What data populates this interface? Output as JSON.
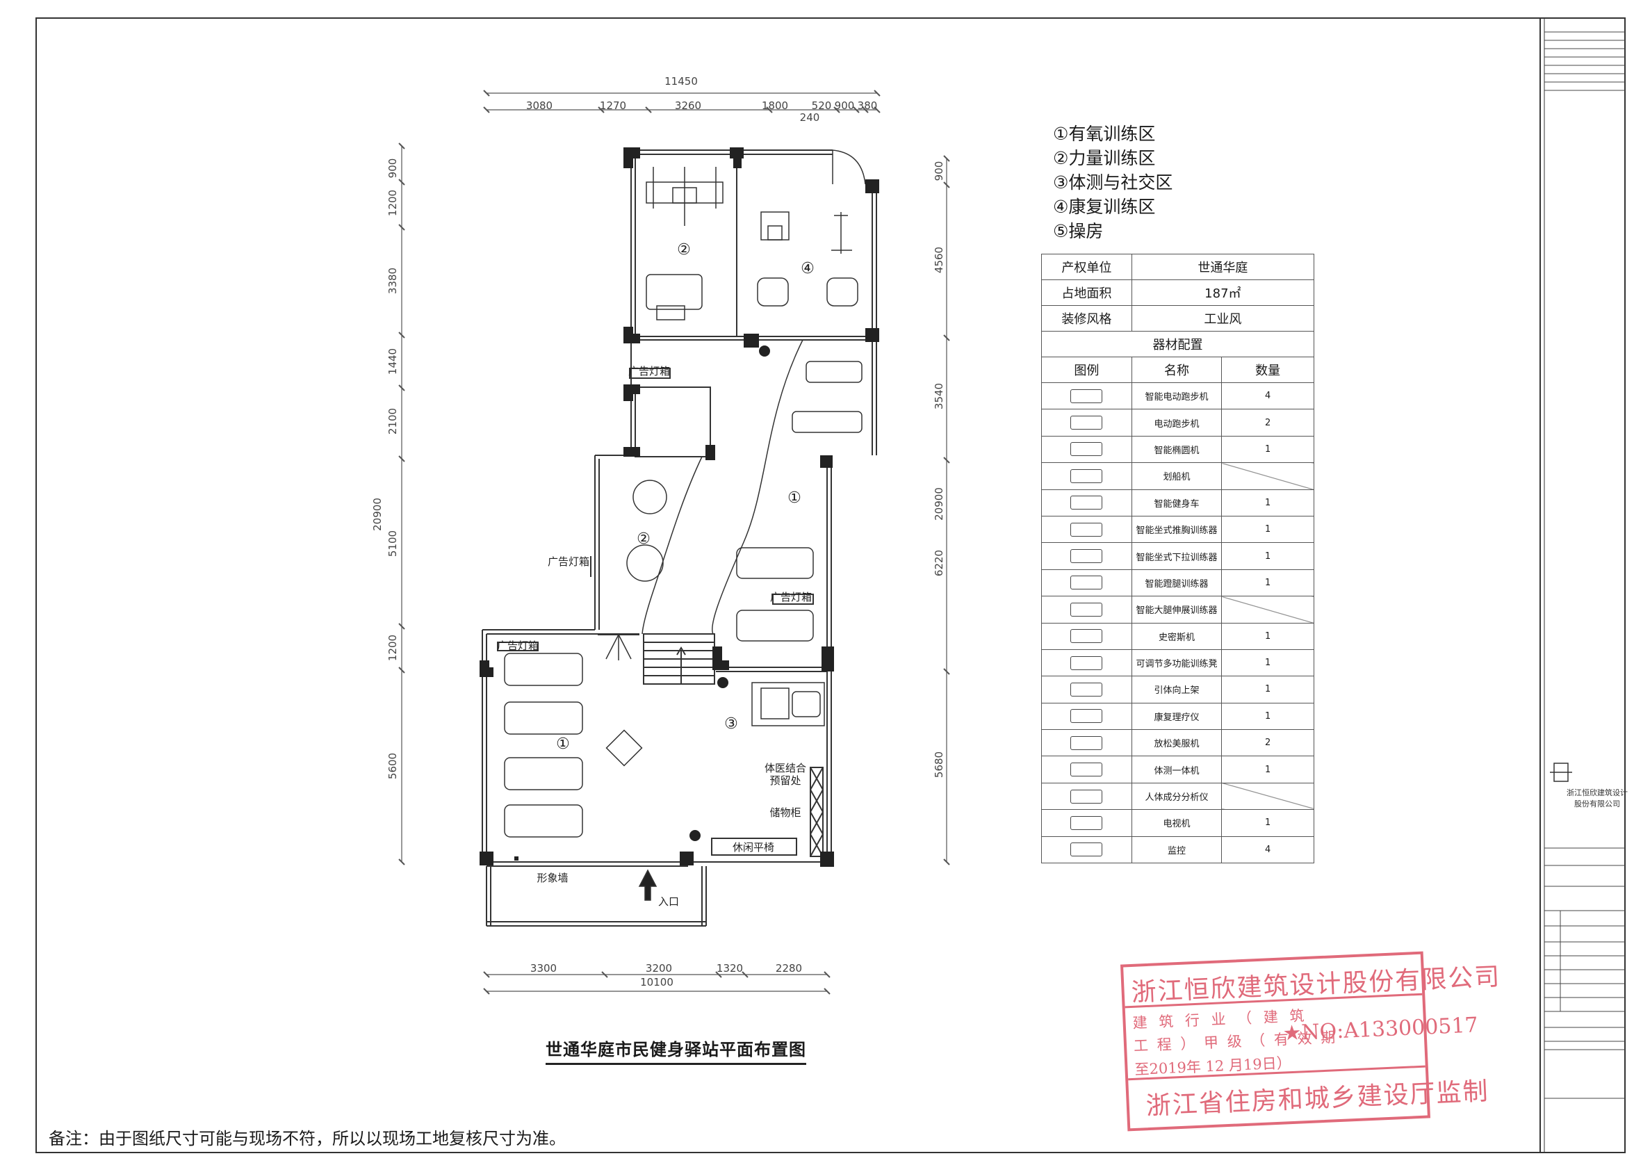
{
  "plan": {
    "dimensions": {
      "top_total": "11450",
      "top_segments": [
        "3080",
        "1270",
        "3260",
        "1800",
        "520",
        "900",
        "380"
      ],
      "top_sub": "240",
      "left_segments": [
        "900",
        "1200",
        "3380",
        "1440",
        "2100",
        "5100",
        "1200",
        "5600"
      ],
      "left_total": "20900",
      "right_segments": [
        "900",
        "4560",
        "3540",
        "6220",
        "5680"
      ],
      "right_total": "20900",
      "bottom_segments": [
        "3300",
        "3200",
        "1320",
        "2280"
      ],
      "bottom_total": "10100"
    },
    "zone_numbers": {
      "strength_upper": "②",
      "rehab": "④",
      "aerobic_right": "①",
      "strength_mid": "②",
      "aerobic_left": "①",
      "test_social": "③"
    },
    "labels": {
      "ad_box_1": "广告灯箱",
      "ad_box_2": "广告灯箱",
      "ad_box_3": "广告灯箱",
      "ad_box_4": "广告灯箱",
      "medical_reception": "体医结合\n预留处",
      "locker": "储物柜",
      "bench": "休闲平椅",
      "image_wall": "形象墙",
      "entrance": "入口"
    }
  },
  "legend": [
    "①有氧训练区",
    "②力量训练区",
    "③体测与社交区",
    "④康复训练区",
    "⑤操房"
  ],
  "info_table": {
    "rows": [
      {
        "key": "产权单位",
        "value": "世通华庭"
      },
      {
        "key": "占地面积",
        "value": "187㎡"
      },
      {
        "key": "装修风格",
        "value": "工业风"
      }
    ],
    "section_title": "器材配置",
    "headers": [
      "图例",
      "名称",
      "数量"
    ],
    "equipment": [
      {
        "name": "智能电动跑步机",
        "qty": "4"
      },
      {
        "name": "电动跑步机",
        "qty": "2"
      },
      {
        "name": "智能椭圆机",
        "qty": "1"
      },
      {
        "name": "划船机",
        "qty": ""
      },
      {
        "name": "智能健身车",
        "qty": "1"
      },
      {
        "name": "智能坐式推胸训练器",
        "qty": "1"
      },
      {
        "name": "智能坐式下拉训练器",
        "qty": "1"
      },
      {
        "name": "智能蹬腿训练器",
        "qty": "1"
      },
      {
        "name": "智能大腿伸展训练器",
        "qty": ""
      },
      {
        "name": "史密斯机",
        "qty": "1"
      },
      {
        "name": "可调节多功能训练凳",
        "qty": "1"
      },
      {
        "name": "引体向上架",
        "qty": "1"
      },
      {
        "name": "康复理疗仪",
        "qty": "1"
      },
      {
        "name": "放松美服机",
        "qty": "2"
      },
      {
        "name": "体测一体机",
        "qty": "1"
      },
      {
        "name": "人体成分分析仪",
        "qty": ""
      },
      {
        "name": "电视机",
        "qty": "1"
      },
      {
        "name": "监控",
        "qty": "4"
      }
    ]
  },
  "drawing_title": "世通华庭市民健身驿站平面布置图",
  "note": "备注：由于图纸尺寸可能与现场不符，所以以现场工地复核尺寸为准。",
  "stamp": {
    "line1": "浙江恒欣建筑设计股份有限公司",
    "line2": "建 筑 行 业 （ 建 筑",
    "line3": "工 程 ） 甲 级 （ 有 效 期",
    "number": "★NO:A133000517",
    "line4": "至2019年 12 月19日）",
    "line5": "浙江省住房和城乡建设厅监制"
  },
  "title_block": {
    "company": "浙江恒欣建筑设计股份有限公司"
  }
}
